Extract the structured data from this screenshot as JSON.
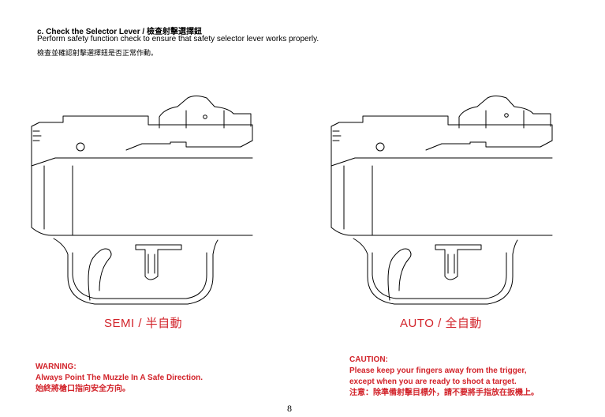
{
  "section": {
    "title": "c.  Check the Selector Lever / 檢查射擊選擇鈕",
    "subtitle_en": "Perform safety function check to ensure that safety selector lever works properly.",
    "subtitle_zh": "檢查並確認射擊選擇鈕是否正常作動。"
  },
  "figures": [
    {
      "mode": "semi",
      "label": "SEMI / 半自動"
    },
    {
      "mode": "auto",
      "label": "AUTO / 全自動"
    }
  ],
  "warning": {
    "heading": "WARNING:",
    "line1": "Always Point The Muzzle In A Safe Direction.",
    "line2": "始終將槍口指向安全方向。"
  },
  "caution": {
    "heading": "CAUTION:",
    "line1": "Please keep your fingers away from the trigger,",
    "line2": "except when you are ready to shoot a target.",
    "line3": "注意：除準備射擊目標外，請不要將手指放在扳機上。"
  },
  "page": {
    "number": "8"
  },
  "colors": {
    "accent": "#d2232a",
    "text": "#000000",
    "background": "#ffffff"
  }
}
